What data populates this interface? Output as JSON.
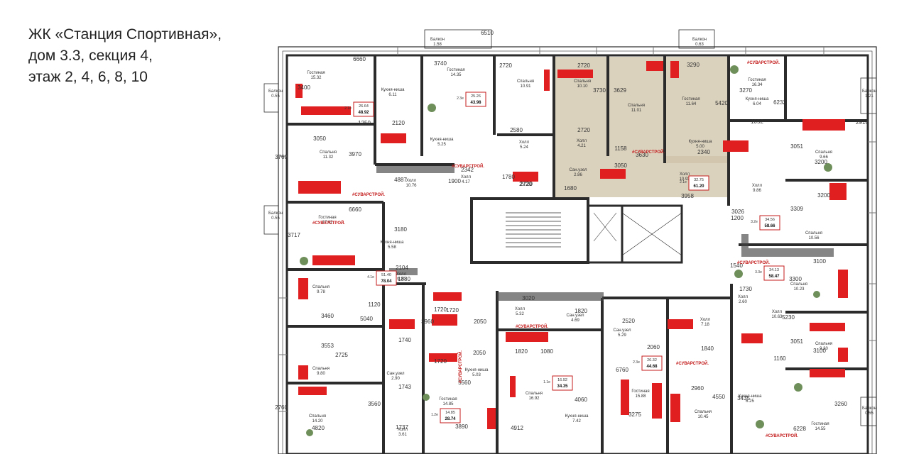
{
  "title": {
    "line1": "ЖК «Станция Спортивная»,",
    "line2": "дом 3.3, секция 4,",
    "line3": "этаж 2, 4, 6, 8, 10"
  },
  "colors": {
    "wall": "#2b2b2b",
    "accent_red": "#e02020",
    "highlight_apartment": "#cfc3a8",
    "greenery": "#6f8f5a"
  },
  "brand_label": "#СУВАРСТРОЙ.",
  "rooms": [
    {
      "name": "Гостиная",
      "area": "15.32"
    },
    {
      "name": "Кухня-ниша",
      "area": "6.11"
    },
    {
      "name": "Спальня",
      "area": "11.32"
    },
    {
      "name": "Холл",
      "area": "10.76"
    },
    {
      "name": "Гостиная",
      "area": "14.35"
    },
    {
      "name": "Кухня-ниша",
      "area": "5.25"
    },
    {
      "name": "Спальня",
      "area": "10.91"
    },
    {
      "name": "Холл",
      "area": "5.24"
    },
    {
      "name": "Холл",
      "area": "4.17"
    },
    {
      "name": "Спальня",
      "area": "10.10"
    },
    {
      "name": "Холл",
      "area": "4.21"
    },
    {
      "name": "Спальня",
      "area": "11.01"
    },
    {
      "name": "Гостиная",
      "area": "11.64"
    },
    {
      "name": "Кухня-ниша",
      "area": "5.00"
    },
    {
      "name": "Холл",
      "area": "10.93"
    },
    {
      "name": "Сан.узел",
      "area": "2.86"
    },
    {
      "name": "Гостиная",
      "area": "16.34"
    },
    {
      "name": "Кухня-ниша",
      "area": "6.04"
    },
    {
      "name": "Спальня",
      "area": "9.66"
    },
    {
      "name": "Холл",
      "area": "9.86"
    },
    {
      "name": "Спальня",
      "area": "10.56"
    },
    {
      "name": "Гостиная",
      "area": "17.62"
    },
    {
      "name": "Кухня-ниша",
      "area": "5.58"
    },
    {
      "name": "Холл",
      "area": "9.20"
    },
    {
      "name": "Спальня",
      "area": "9.78"
    },
    {
      "name": "Спальня",
      "area": "9.80"
    },
    {
      "name": "Спальня",
      "area": "14.20"
    },
    {
      "name": "Холл",
      "area": "3.61"
    },
    {
      "name": "Сан.узел",
      "area": "2.90"
    },
    {
      "name": "Кухня-ниша",
      "area": "5.03"
    },
    {
      "name": "Гостиная",
      "area": "14.85"
    },
    {
      "name": "Холл",
      "area": "5.32"
    },
    {
      "name": "Сан.узел",
      "area": "4.69"
    },
    {
      "name": "Спальня",
      "area": "16.92"
    },
    {
      "name": "Кухня-ниша",
      "area": "7.42"
    },
    {
      "name": "Сан.узел",
      "area": "5.29"
    },
    {
      "name": "Гостиная",
      "area": "15.88"
    },
    {
      "name": "Холл",
      "area": "7.18"
    },
    {
      "name": "Спальня",
      "area": "10.45"
    },
    {
      "name": "Спальня",
      "area": "10.23"
    },
    {
      "name": "Холл",
      "area": "2.60"
    },
    {
      "name": "Холл",
      "area": "10.63"
    },
    {
      "name": "Спальня",
      "area": "9.30"
    },
    {
      "name": "Кухня-ниша",
      "area": "6.25"
    },
    {
      "name": "Гостиная",
      "area": "14.55"
    },
    {
      "name": "Балкон",
      "area": "1.58"
    },
    {
      "name": "Балкон",
      "area": "0.63"
    },
    {
      "name": "Балкон",
      "area": "0.55"
    },
    {
      "name": "Балкон",
      "area": "1.21"
    },
    {
      "name": "Балкон",
      "area": "0.55"
    },
    {
      "name": "Балкон",
      "area": "0.55"
    }
  ],
  "apartment_badges": [
    {
      "type": "2.1е",
      "living": "26.64",
      "total": "48.92"
    },
    {
      "type": "2.3е",
      "living": "25.26",
      "total": "43.98"
    },
    {
      "type": "2.1е",
      "living": "32.75",
      "total": "61.20"
    },
    {
      "type": "3.2е",
      "living": "34.56",
      "total": "58.66"
    },
    {
      "type": "4.1е",
      "living": "51.40",
      "total": "78.04"
    },
    {
      "type": "3.3е",
      "living": "34.13",
      "total": "58.47"
    },
    {
      "type": "1.1е",
      "living": "16.92",
      "total": "34.35"
    },
    {
      "type": "2.3е",
      "living": "26.32",
      "total": "44.68"
    },
    {
      "type": "1.2е",
      "living": "14.85",
      "total": "28.74"
    }
  ],
  "dimensions": [
    "6660",
    "3400",
    "3050",
    "3760",
    "3970",
    "4887",
    "6660",
    "3717",
    "3180",
    "2104",
    "1120",
    "3460",
    "5040",
    "3553",
    "2725",
    "2760",
    "4820",
    "3560",
    "1880",
    "1740",
    "1743",
    "1737",
    "3740",
    "2120",
    "1250",
    "2342",
    "1900",
    "1780",
    "2720",
    "2580",
    "2720",
    "2720",
    "3730",
    "3629",
    "1158",
    "3050",
    "3630",
    "2720",
    "3290",
    "5420",
    "2340",
    "3958",
    "1680",
    "6232",
    "3270",
    "3051",
    "1052",
    "3200",
    "3309",
    "3026",
    "3200",
    "3100",
    "3300",
    "5230",
    "2916",
    "3051",
    "3100",
    "1160",
    "3260",
    "6228",
    "3435",
    "1540",
    "1730",
    "1200",
    "1720",
    "3960",
    "2050",
    "1720",
    "5560",
    "3890",
    "3020",
    "1820",
    "1080",
    "4912",
    "4060",
    "1820",
    "2520",
    "2060",
    "1840",
    "2960",
    "3275",
    "6760",
    "4550",
    "6510",
    "2720",
    "1720",
    "2050"
  ]
}
